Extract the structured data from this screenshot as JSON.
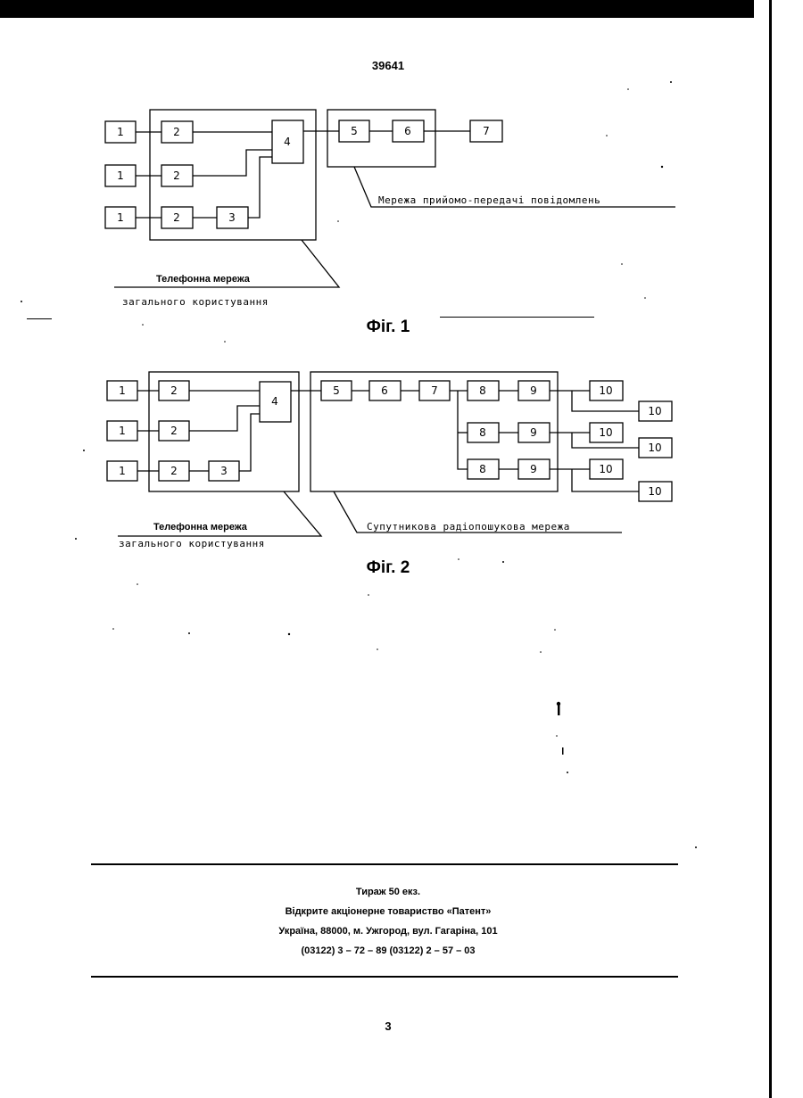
{
  "page_number_top": "39641",
  "figure1": {
    "caption": "Фіг. 1",
    "blocks": {
      "src_a": "1",
      "src_b": "1",
      "src_c": "1",
      "sw_a": "2",
      "sw_b": "2",
      "sw_c": "2",
      "b3": "3",
      "b4": "4",
      "b5": "5",
      "b6": "6",
      "b7": "7"
    },
    "network_label_line1": "Телефонна мережа",
    "network_label_line2": "загального користування",
    "message_network_label": "Мережа прийомо-передачі повідомлень"
  },
  "figure2": {
    "caption": "Фіг. 2",
    "blocks": {
      "src_a": "1",
      "src_b": "1",
      "src_c": "1",
      "sw_a": "2",
      "sw_b": "2",
      "sw_c": "2",
      "b3": "3",
      "b4": "4",
      "b5": "5",
      "b6": "6",
      "b7": "7",
      "b8a": "8",
      "b8b": "8",
      "b8c": "8",
      "b9a": "9",
      "b9b": "9",
      "b9c": "9",
      "r1": "10",
      "r2": "10",
      "r3": "10",
      "r4": "10",
      "r5": "10",
      "r6": "10"
    },
    "network_label_line1": "Телефонна мережа",
    "network_label_line2": "загального користування",
    "satellite_network_label": "Супутникова радіопошукова мережа"
  },
  "imprint": {
    "line1": "Тираж 50 екз.",
    "line2": "Відкрите акціонерне товариство «Патент»",
    "line3": "Україна, 88000, м. Ужгород, вул. Гагаріна, 101",
    "line4": "(03122) 3 – 72 – 89  (03122) 2 – 57 – 03"
  },
  "page_number_bottom": "3"
}
